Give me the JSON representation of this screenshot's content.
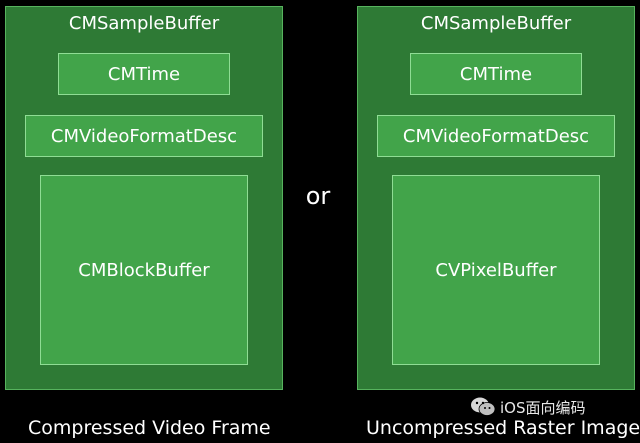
{
  "left_panel": {
    "title": "CMSampleBuffer",
    "time": "CMTime",
    "format": "CMVideoFormatDesc",
    "buffer": "CMBlockBuffer",
    "caption": "Compressed Video Frame"
  },
  "connector": "or",
  "right_panel": {
    "title": "CMSampleBuffer",
    "time": "CMTime",
    "format": "CMVideoFormatDesc",
    "buffer": "CVPixelBuffer",
    "caption": "Uncompressed Raster Image"
  },
  "watermark": "iOS面向编码",
  "colors": {
    "background": "#000000",
    "outer_fill": "#2e7a35",
    "inner_fill": "#42a44a",
    "inner_border": "#8fdd94"
  }
}
